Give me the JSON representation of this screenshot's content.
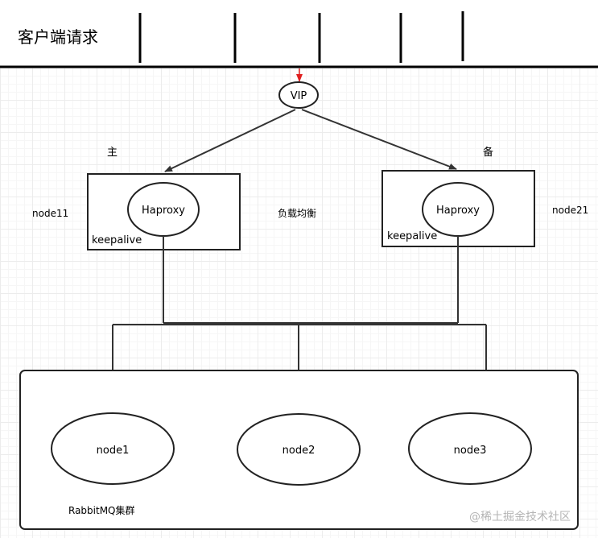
{
  "header": {
    "title": "客户端请求"
  },
  "vip": {
    "label": "VIP"
  },
  "primary": {
    "tag": "主",
    "node_name": "node11",
    "service": "Haproxy",
    "agent": "keepalive"
  },
  "backup": {
    "tag": "备",
    "node_name": "node21",
    "service": "Haproxy",
    "agent": "keepalive"
  },
  "load_balance_label": "负载均衡",
  "cluster": {
    "label": "RabbitMQ集群",
    "nodes": [
      "node1",
      "node2",
      "node3"
    ]
  },
  "watermark": "@稀土掘金技术社区",
  "colors": {
    "line": "#333333",
    "request_arrow": "#e02020",
    "watermark": "#b5b5b5"
  }
}
